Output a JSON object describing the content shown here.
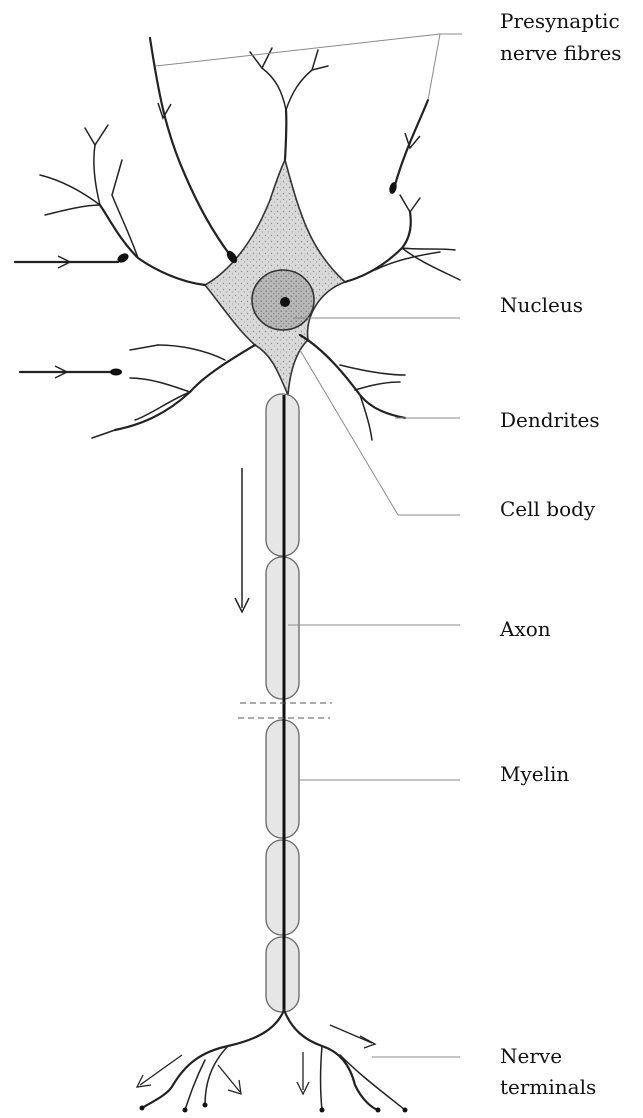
{
  "labels": {
    "presynaptic_line1": "Presynaptic",
    "presynaptic_line2": "nerve fibres",
    "nucleus": "Nucleus",
    "dendrites": "Dendrites",
    "cell_body": "Cell body",
    "axon": "Axon",
    "myelin": "Myelin",
    "terminals_line1": "Nerve",
    "terminals_line2": "terminals"
  }
}
